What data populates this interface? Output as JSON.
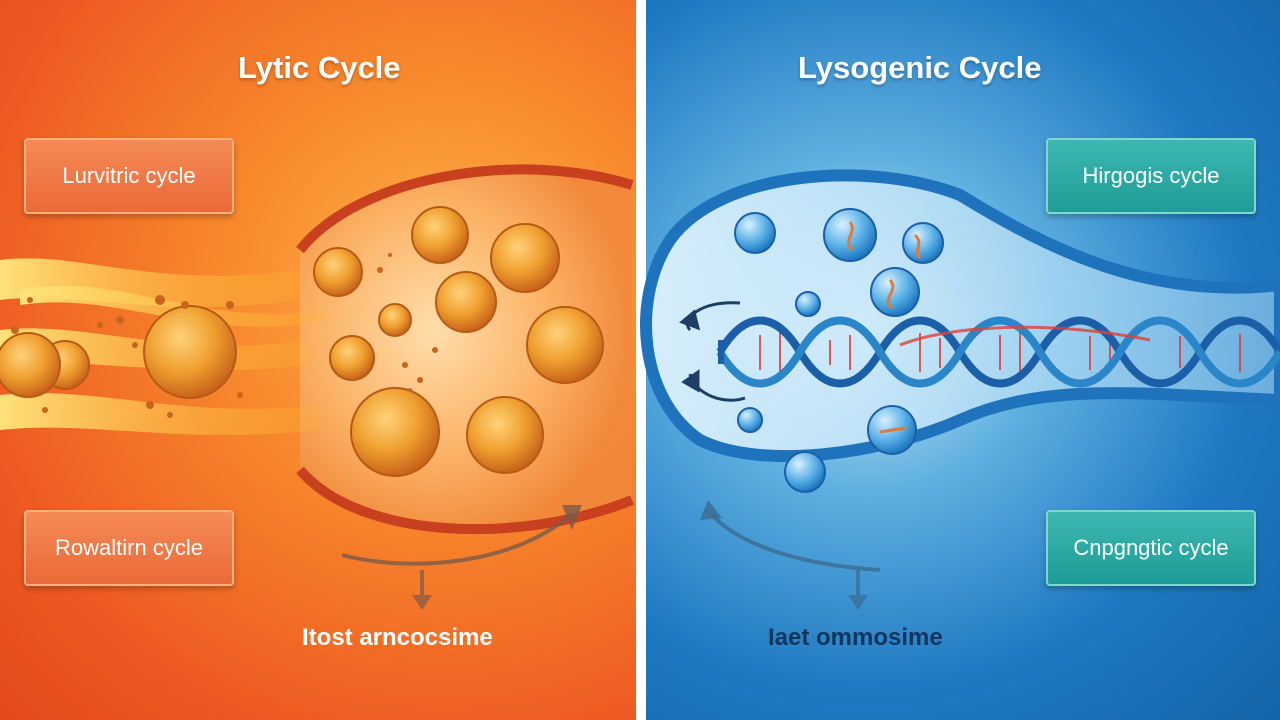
{
  "lytic": {
    "heading": "Lytic Cycle",
    "label_top": "Lurvitric cycle",
    "label_bottom": "Rowaltirn cycle",
    "caption": "Itost arncocsime"
  },
  "lysogenic": {
    "heading": "Lysogenic Cycle",
    "label_top": "Hirgogis cycle",
    "label_bottom": "Cnpgngtic cycle",
    "caption": "Iaet ommosime"
  },
  "colors": {
    "lytic_bg": "#ee5a22",
    "lysogenic_bg": "#1f79c2",
    "cell_orange": "#f0a030",
    "dna_blue": "#1a5fa8",
    "dna_red": "#e0403a"
  }
}
